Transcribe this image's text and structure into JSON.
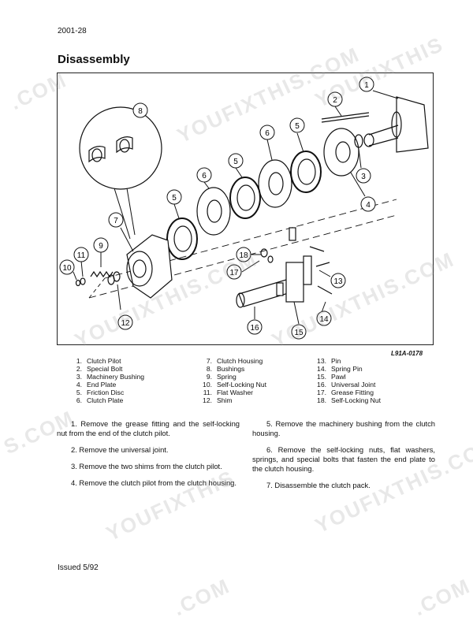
{
  "header": {
    "page_number": "2001-28",
    "section_title": "Disassembly"
  },
  "figure": {
    "code": "L91A-0178",
    "callouts": [
      "1",
      "2",
      "3",
      "4",
      "5",
      "5",
      "5",
      "6",
      "6",
      "7",
      "8",
      "9",
      "10",
      "11",
      "12",
      "13",
      "14",
      "15",
      "16",
      "17",
      "18"
    ]
  },
  "legend": {
    "col1": [
      {
        "num": "1.",
        "label": "Clutch Pilot"
      },
      {
        "num": "2.",
        "label": "Special Bolt"
      },
      {
        "num": "3.",
        "label": "Machinery Bushing"
      },
      {
        "num": "4.",
        "label": "End Plate"
      },
      {
        "num": "5.",
        "label": "Friction Disc"
      },
      {
        "num": "6.",
        "label": "Clutch Plate"
      }
    ],
    "col2": [
      {
        "num": "7.",
        "label": "Clutch Housing"
      },
      {
        "num": "8.",
        "label": "Bushings"
      },
      {
        "num": "9.",
        "label": "Spring"
      },
      {
        "num": "10.",
        "label": "Self-Locking Nut"
      },
      {
        "num": "11.",
        "label": "Flat Washer"
      },
      {
        "num": "12.",
        "label": "Shim"
      }
    ],
    "col3": [
      {
        "num": "13.",
        "label": "Pin"
      },
      {
        "num": "14.",
        "label": "Spring Pin"
      },
      {
        "num": "15.",
        "label": "Pawl"
      },
      {
        "num": "16.",
        "label": "Universal Joint"
      },
      {
        "num": "17.",
        "label": "Grease Fitting"
      },
      {
        "num": "18.",
        "label": "Self-Locking Nut"
      }
    ]
  },
  "steps_left": [
    "1. Remove the grease fitting and the self-locking nut from the end of the clutch pilot.",
    "2. Remove the universal joint.",
    "3. Remove the two shims from the clutch pilot.",
    "4. Remove the clutch pilot from the clutch housing."
  ],
  "steps_right": [
    "5. Remove the machinery bushing from the clutch housing.",
    "6. Remove the self-locking nuts, flat washers, springs, and special bolts that fasten the end plate to the clutch housing.",
    "7. Disassemble the clutch pack."
  ],
  "footer": {
    "issued": "Issued 5/92"
  },
  "watermarks": [
    ".COM",
    "YOUFIXTHIS.COM",
    "YOUFIXTHIS.COM",
    "YOUFIXTHIS.COM",
    "S.COM",
    "YOUFIXTHIS",
    "YOUFIXTHIS.COM",
    "YOUFIXTHIS",
    ".COM",
    ".COM"
  ]
}
